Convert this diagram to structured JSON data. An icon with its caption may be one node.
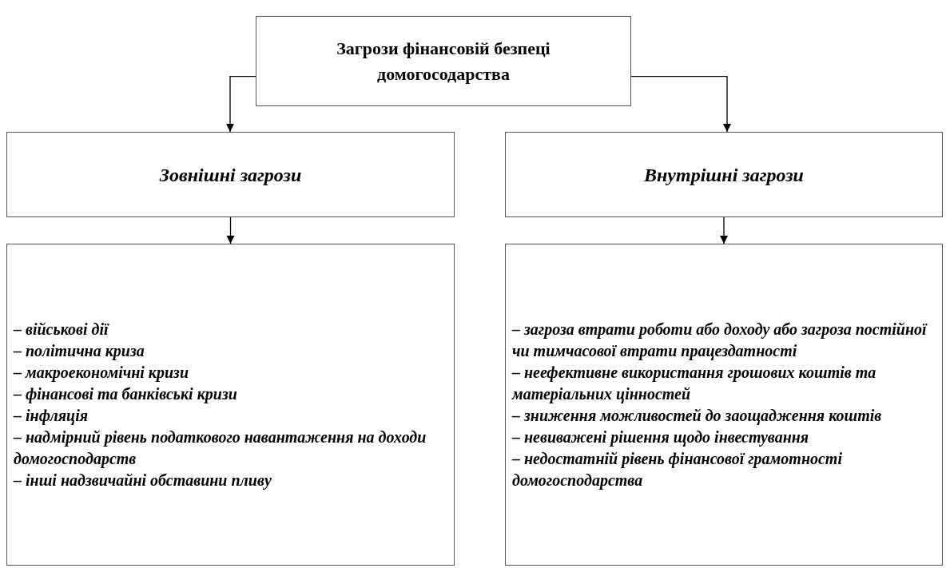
{
  "diagram": {
    "nodes": [
      {
        "text": [
          "Загрози фінансовій безпеці домогосодарства"
        ]
      },
      {
        "text": [
          "Зовнішні загрози"
        ]
      },
      {
        "text": [
          "Внутрішні загрози"
        ]
      },
      {
        "text": [
          "– військові дії",
          "– політична криза",
          "– макроекономічні кризи",
          "– фінансові та банківські кризи",
          "– інфляція",
          "– надмірний рівень податкового навантаження на доходи домогосподарств",
          "– інші надзвичайні обставини пливу"
        ]
      },
      {
        "text": [
          "– загроза втрати роботи або доходу або загроза постійної чи тимчасової втрати працездатності",
          "– неефективне використання грошових коштів та матеріальних цінностей",
          "– зниження можливостей до заощадження коштів",
          "– невиважені рішення щодо інвестування",
          "– недостатній рівень фінансової грамотності домогосподарства"
        ]
      }
    ],
    "edges": [
      {
        "from": 0,
        "to": 1,
        "arrow": "to"
      },
      {
        "from": 0,
        "to": 2,
        "arrow": "to"
      },
      {
        "from": 1,
        "to": 3,
        "arrow": "to"
      },
      {
        "from": 2,
        "to": 4,
        "arrow": "to"
      }
    ]
  }
}
